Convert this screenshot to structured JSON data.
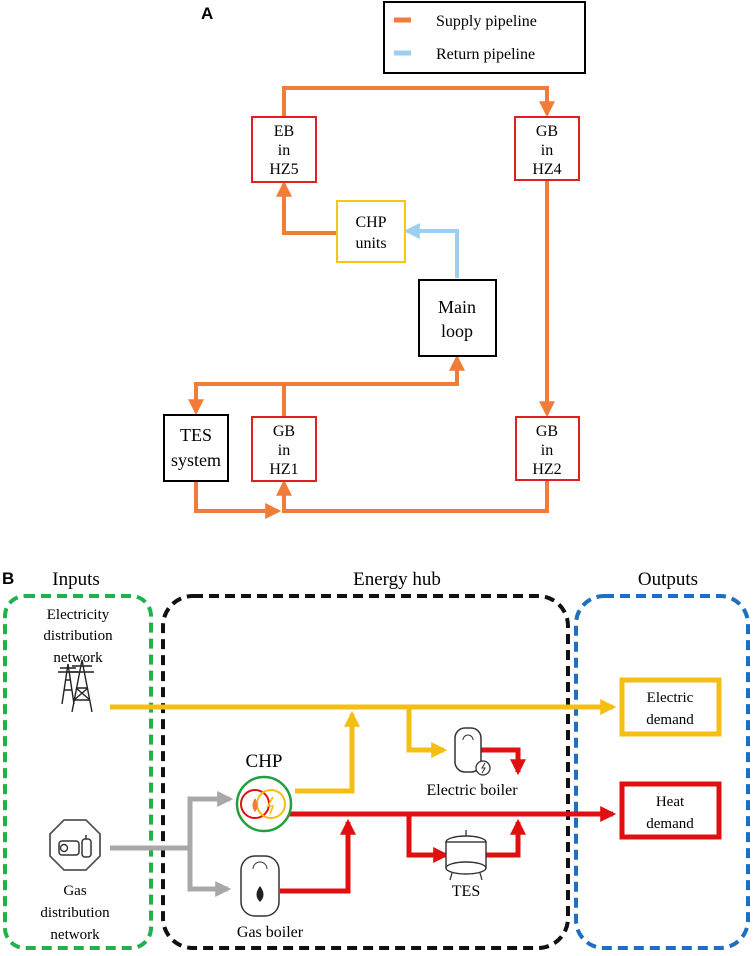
{
  "colors": {
    "supply": "#F07C3A",
    "return": "#9DD0F0",
    "red_box": "#E02020",
    "chp_box": "#F5C518",
    "electric": "#F5BE15",
    "heat": "#E01010",
    "gas": "#A8A8A8",
    "inputs_border": "#22B04A",
    "hub_border": "#111111",
    "outputs_border": "#1E6FC0"
  },
  "panel_a": {
    "letter": "A",
    "legend": {
      "supply": "Supply pipeline",
      "return": "Return pipeline"
    },
    "nodes": {
      "eb_hz5": [
        "EB",
        "in",
        "HZ5"
      ],
      "gb_hz4": [
        "GB",
        "in",
        "HZ4"
      ],
      "chp": [
        "CHP",
        "units"
      ],
      "main_loop": [
        "Main",
        "loop"
      ],
      "tes_system": [
        "TES",
        "system"
      ],
      "gb_hz1": [
        "GB",
        "in",
        "HZ1"
      ],
      "gb_hz2": [
        "GB",
        "in",
        "HZ2"
      ]
    }
  },
  "panel_b": {
    "letter": "B",
    "sections": {
      "inputs": "Inputs",
      "hub": "Energy hub",
      "outputs": "Outputs"
    },
    "inputs": {
      "electricity": [
        "Electricity",
        "distribution",
        "network"
      ],
      "gas": [
        "Gas",
        "distribution",
        "network"
      ]
    },
    "hub": {
      "chp": "CHP",
      "electric_boiler": "Electric boiler",
      "gas_boiler": "Gas boiler",
      "tes": "TES"
    },
    "outputs": {
      "electric_demand": [
        "Electric",
        "demand"
      ],
      "heat_demand": [
        "Heat",
        "demand"
      ]
    },
    "icons": [
      "transmission-tower-icon",
      "gas-station-icon",
      "chp-unit-icon",
      "electric-boiler-icon",
      "gas-boiler-icon",
      "tes-tank-icon"
    ]
  }
}
